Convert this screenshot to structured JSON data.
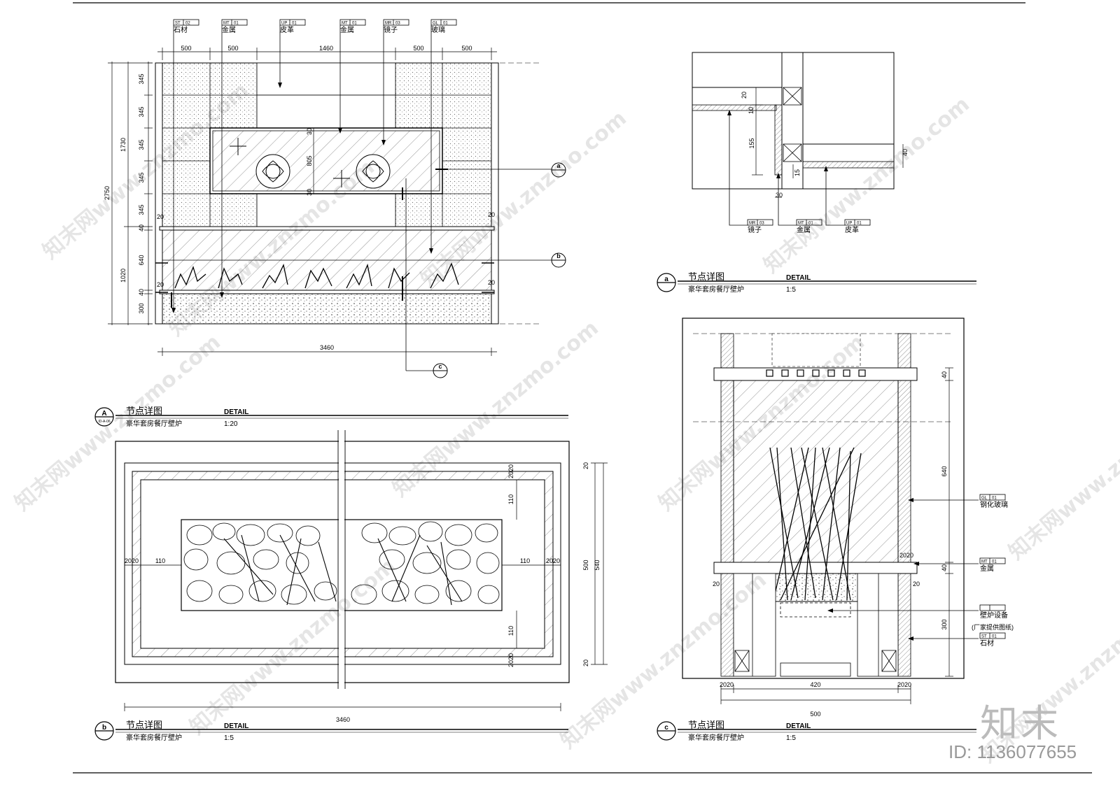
{
  "tags": {
    "top_A": [
      {
        "code": "ST",
        "num": "02",
        "name": "石材"
      },
      {
        "code": "MT",
        "num": "01",
        "name": "金属"
      },
      {
        "code": "UP",
        "num": "01",
        "name": "皮革"
      },
      {
        "code": "MT",
        "num": "01",
        "name": "金属"
      },
      {
        "code": "MR",
        "num": "03",
        "name": "镜子"
      },
      {
        "code": "GL",
        "num": "01",
        "name": "玻璃"
      }
    ],
    "detail_a": [
      {
        "code": "MR",
        "num": "03",
        "name": "镜子"
      },
      {
        "code": "MT",
        "num": "01",
        "name": "金属"
      },
      {
        "code": "UP",
        "num": "01",
        "name": "皮革"
      }
    ],
    "detail_c": [
      {
        "code": "GL",
        "num": "01",
        "name": "钢化玻璃"
      },
      {
        "code": "MT",
        "num": "01",
        "name": "金属"
      },
      {
        "code": "",
        "num": "",
        "name": "壁炉设备"
      },
      {
        "code": "ST",
        "num": "01",
        "name": "石材"
      }
    ],
    "detail_c_note": "(厂家提供图纸)"
  },
  "dims": {
    "A_top": [
      "500",
      "500",
      "1460",
      "500",
      "500"
    ],
    "A_bottom": "3460",
    "A_left_inner": [
      "345",
      "345",
      "345",
      "345",
      "345",
      "40",
      "640",
      "40",
      "300"
    ],
    "A_left_mid": [
      "1730",
      "1020"
    ],
    "A_left_outer": "2750",
    "A_mirror": [
      "30",
      "805",
      "30"
    ],
    "A_side20": [
      "20",
      "20",
      "20",
      "20"
    ],
    "a_dims": [
      "20",
      "10",
      "155",
      "15",
      "30",
      "40"
    ],
    "b_dims": [
      "2020",
      "110",
      "2020",
      "110",
      "2020",
      "110",
      "110",
      "2020",
      "500",
      "540",
      "20",
      "20"
    ],
    "b_bottom": "3460",
    "c_right": [
      "40",
      "640",
      "40",
      "300"
    ],
    "c_small": [
      "2020",
      "20",
      "20"
    ],
    "c_bottom": [
      "2020",
      "420",
      "2020",
      "500"
    ]
  },
  "markers": {
    "a": "a",
    "b": "b",
    "c": "c"
  },
  "titles": [
    {
      "id": "A",
      "sub": "ID-A-06",
      "cn": "节点详图",
      "en": "DETAIL",
      "desc": "豪华套房餐厅壁炉",
      "scale": "1:20"
    },
    {
      "id": "a",
      "sub": "",
      "cn": "节点详图",
      "en": "DETAIL",
      "desc": "豪华套房餐厅壁炉",
      "scale": "1:5"
    },
    {
      "id": "b",
      "sub": "",
      "cn": "节点详图",
      "en": "DETAIL",
      "desc": "豪华套房餐厅壁炉",
      "scale": "1:5"
    },
    {
      "id": "c",
      "sub": "",
      "cn": "节点详图",
      "en": "DETAIL",
      "desc": "豪华套房餐厅壁炉",
      "scale": "1:5"
    }
  ],
  "watermark": "知末网www.znzmo.com",
  "brand": "知末",
  "id_label": "ID: 1136077655"
}
